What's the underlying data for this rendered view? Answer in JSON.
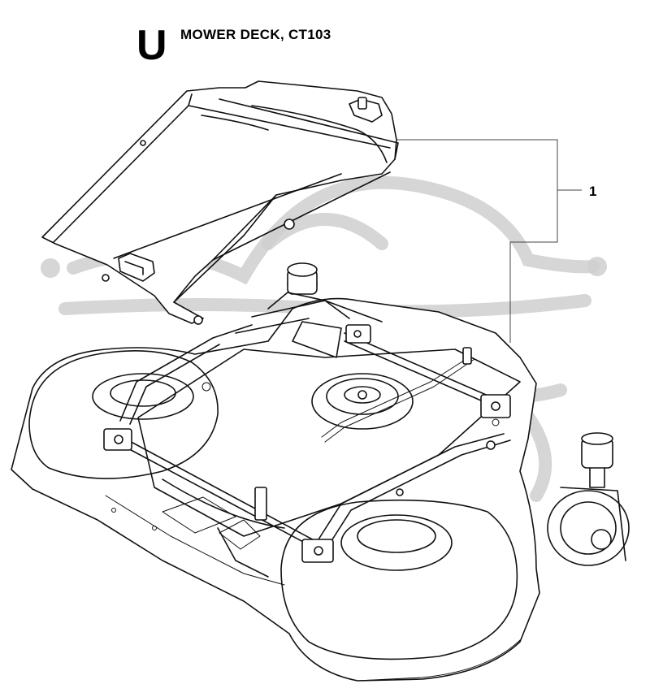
{
  "header": {
    "section_letter": "U",
    "title": "MOWER DECK, CT103"
  },
  "callouts": [
    {
      "number": "1"
    }
  ],
  "icons": {
    "watermark": "scooter-logo-watermark"
  }
}
